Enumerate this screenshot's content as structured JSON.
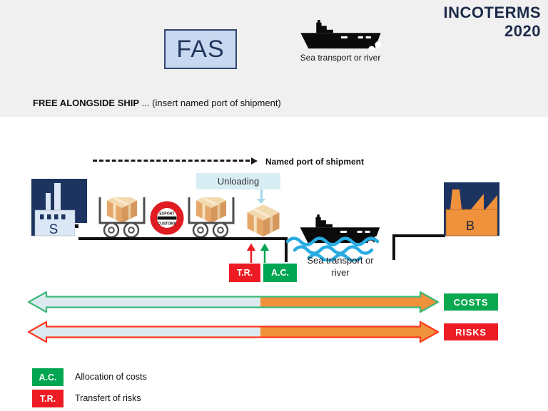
{
  "header": {
    "brand_line1": "INCOTERMS",
    "brand_line2": "2020",
    "term_code": "FAS",
    "transport_mode_label": "Sea transport or river",
    "term_title": "FREE ALONGSIDE SHIP",
    "term_subtitle": "... (insert named port of shipment)"
  },
  "diagram": {
    "named_port_label": "Named port of shipment",
    "unloading_label": "Unloading",
    "seller_label": "S",
    "buyer_label": "B",
    "customs_sign": {
      "top": "EXPORT",
      "bottom": "CUSTOMS"
    },
    "sea_label_line1": "Sea transport or",
    "sea_label_line2": "river",
    "transfer_risk_abbr": "T.R.",
    "allocation_cost_abbr": "A.C.",
    "costs_label": "COSTS",
    "risks_label": "RISKS"
  },
  "legend": {
    "items": [
      {
        "abbr": "A.C.",
        "label": "Allocation of costs",
        "color": "#00a651"
      },
      {
        "abbr": "T.R.",
        "label": "Transfert of risks",
        "color": "#ed1c24"
      }
    ]
  },
  "colors": {
    "navy": "#1d2b4a",
    "green": "#00a651",
    "red": "#ed1c24",
    "orange": "#f0923b",
    "pale_blue": "#dde9f0",
    "wave_blue": "#29abe2",
    "fas_fill": "#c8d8f0",
    "unloading_fill": "#d9edf5",
    "costs_outline": "#3cb878",
    "risks_outline": "#ff3b1e"
  }
}
